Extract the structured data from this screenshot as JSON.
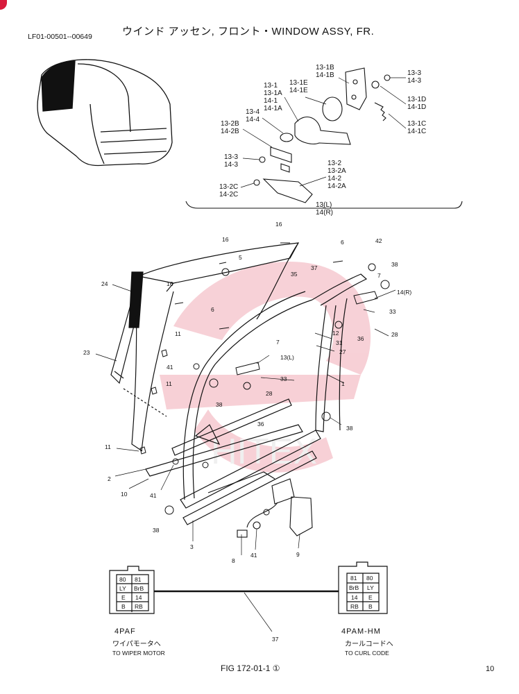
{
  "header": {
    "title": "ウインド アッセン, フロント・WINDOW ASSY, FR.",
    "part_range": "LF01-00501--00649"
  },
  "footer": {
    "figure": "FIG 172-01-1 ①",
    "page": "10"
  },
  "watermark": {
    "text": "HITEX"
  },
  "callouts": {
    "c1": "13-1B\n14-1B",
    "c2": "13-3\n14-3",
    "c3": "13-1\n13-1A\n14-1\n14-1A",
    "c4": "13-1E\n14-1E",
    "c5": "13-1D\n14-1D",
    "c6": "13-4\n14-4",
    "c7": "13-1C\n14-1C",
    "c8": "13-2B\n14-2B",
    "c9": "13-3\n14-3",
    "c10": "13-2\n13-2A\n14-2\n14-2A",
    "c11": "13-2C\n14-2C",
    "c12": "13(L)\n14(R)"
  },
  "part_labels": [
    "16",
    "16",
    "16",
    "6",
    "42",
    "5",
    "38",
    "37",
    "35",
    "7",
    "24",
    "14(R)",
    "6",
    "33",
    "12",
    "31",
    "27",
    "11",
    "36",
    "28",
    "23",
    "7",
    "13(L)",
    "41",
    "33",
    "11",
    "28",
    "1",
    "38",
    "36",
    "38",
    "11",
    "2",
    "10",
    "41",
    "38",
    "3",
    "8",
    "41",
    "9"
  ],
  "connectors": {
    "left": {
      "pins": [
        "80",
        "81",
        "LY",
        "BrB",
        "E",
        "14",
        "B",
        "RB"
      ],
      "name": "4PAF",
      "caption_jp": "ワイパモータへ",
      "caption_en": "TO WIPER MOTOR"
    },
    "right": {
      "pins": [
        "81",
        "80",
        "BrB",
        "LY",
        "14",
        "E",
        "RB",
        "B"
      ],
      "name": "4PAM-HM",
      "caption_jp": "カールコードへ",
      "caption_en": "TO CURL CODE"
    },
    "harness_label": "37"
  }
}
